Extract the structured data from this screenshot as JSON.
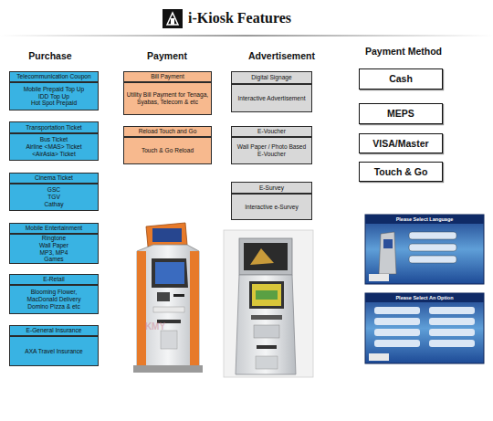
{
  "diagram": {
    "title": "i-Kiosk Features",
    "nodes": [
      {
        "text": [
          "Telecommunication Coupon"
        ]
      },
      {
        "text": [
          "Mobile Prepaid Top Up",
          "IDD Top Up",
          "Hot Spot Prepaid"
        ]
      },
      {
        "text": [
          "Transportation Ticket"
        ]
      },
      {
        "text": [
          "Bus Ticket",
          "Airline <MAS> Ticket",
          "<AirAsia> Ticket"
        ]
      },
      {
        "text": [
          "Cinema Ticket"
        ]
      },
      {
        "text": [
          "GSC",
          "TGV",
          "Cathay"
        ]
      },
      {
        "text": [
          "Mobile Entertainment"
        ]
      },
      {
        "text": [
          "Ringtone",
          "Wall Paper",
          "MP3, MP4",
          "Games"
        ]
      },
      {
        "text": [
          "E-Retail"
        ]
      },
      {
        "text": [
          "Blooming Flower,",
          "MacDonald Delivery",
          "Domino Pizza & etc"
        ]
      },
      {
        "text": [
          "E-General Insurance"
        ]
      },
      {
        "text": [
          "AXA Travel Insurance"
        ]
      },
      {
        "text": [
          "Bill Payment"
        ]
      },
      {
        "text": [
          "Utility Bill Payment for Tenaga, Syabas, Telecom & etc"
        ]
      },
      {
        "text": [
          "Reload Touch and Go"
        ]
      },
      {
        "text": [
          "Touch & Go Reload"
        ]
      },
      {
        "text": [
          "Digital Signage"
        ]
      },
      {
        "text": [
          "Interactive Advertisement"
        ]
      },
      {
        "text": [
          "E-Voucher"
        ]
      },
      {
        "text": [
          "Wall Paper / Photo Based E-Voucher"
        ]
      },
      {
        "text": [
          "E-Survey"
        ]
      },
      {
        "text": [
          "Interactive e-Survey"
        ]
      },
      {
        "text": [
          "Cash"
        ]
      },
      {
        "text": [
          "MEPS"
        ]
      },
      {
        "text": [
          "VISA/Master"
        ]
      },
      {
        "text": [
          "Touch & Go"
        ]
      }
    ],
    "labels": [
      "Purchase",
      "Payment",
      "Advertisement",
      "Payment Method",
      "Please Select Language",
      "Please Select An Option",
      "KMY"
    ]
  }
}
